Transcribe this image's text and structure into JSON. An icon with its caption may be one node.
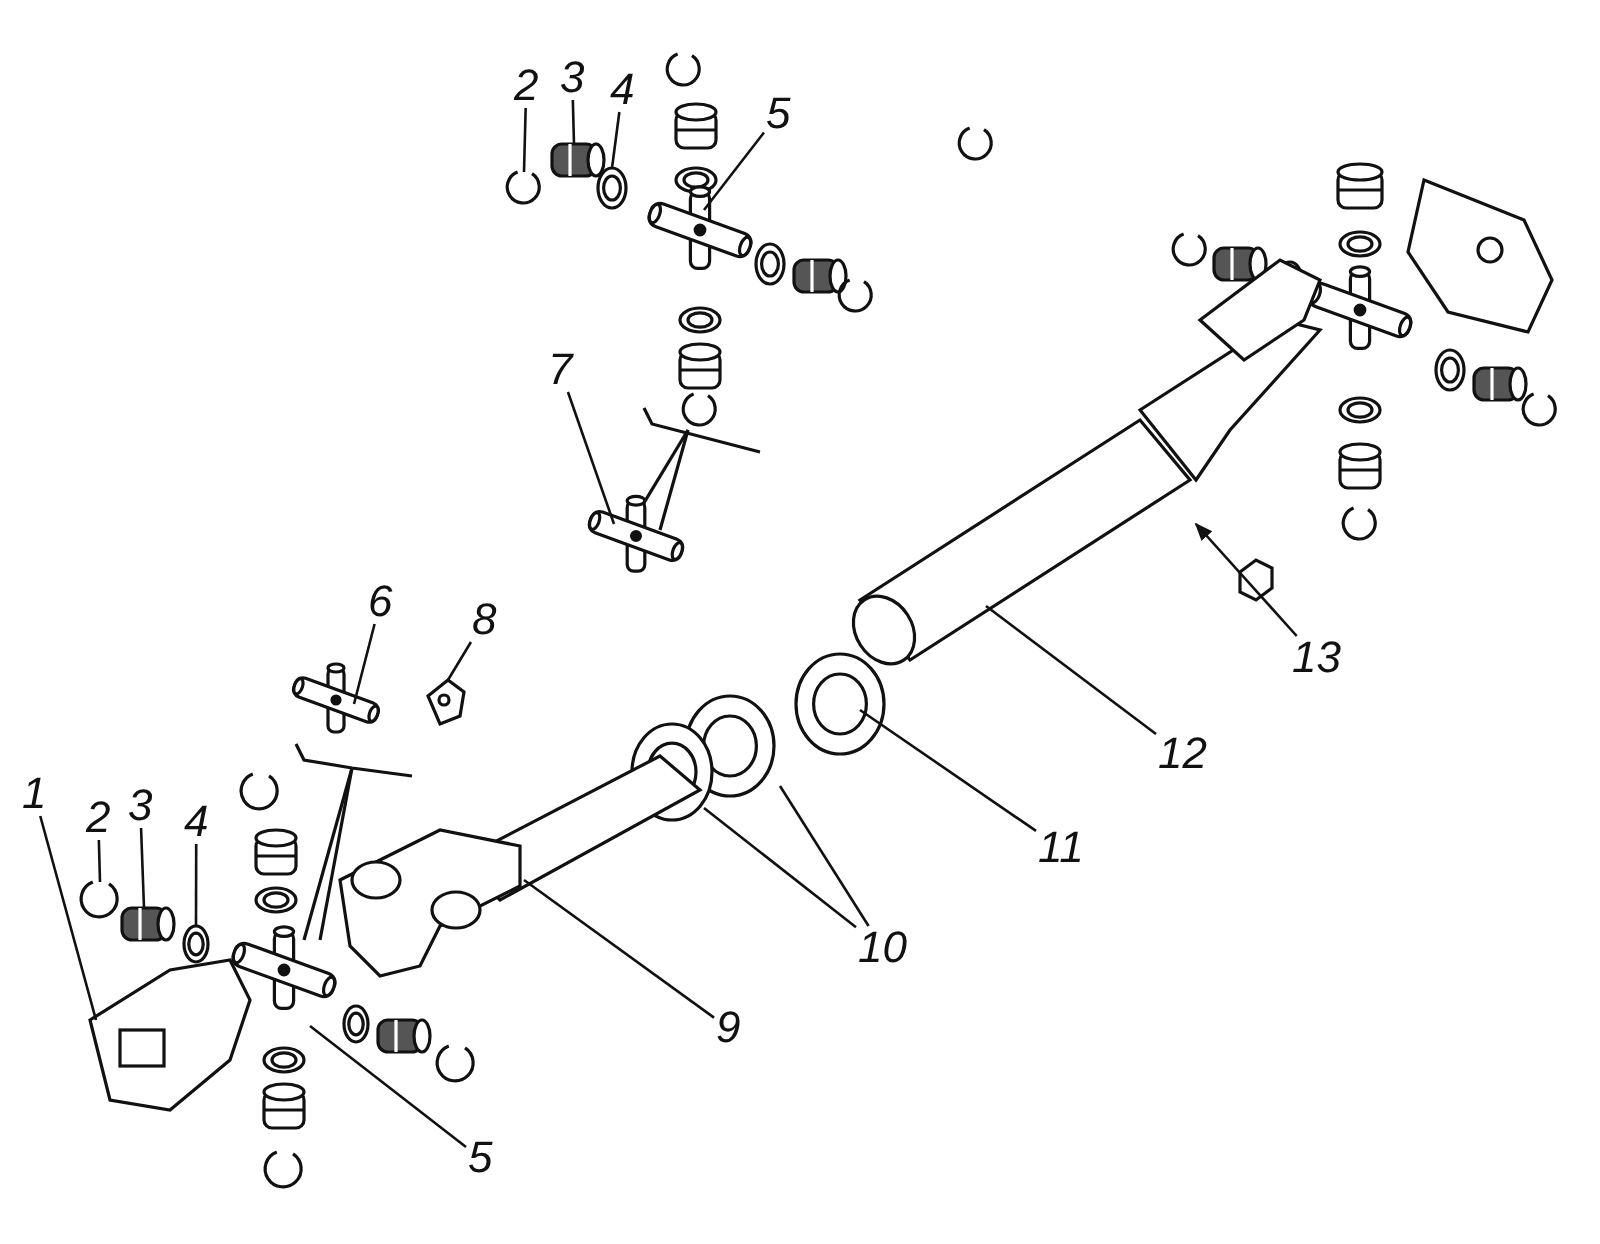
{
  "diagram": {
    "nodes": [
      {
        "text": [
          "2"
        ]
      },
      {
        "text": [
          "3"
        ]
      },
      {
        "text": [
          "4"
        ]
      },
      {
        "text": [
          "5"
        ]
      },
      {
        "text": [
          "7"
        ]
      },
      {
        "text": [
          "6"
        ]
      },
      {
        "text": [
          "8"
        ]
      },
      {
        "text": [
          "13"
        ]
      },
      {
        "text": [
          "12"
        ]
      },
      {
        "text": [
          "1"
        ]
      },
      {
        "text": [
          "2"
        ]
      },
      {
        "text": [
          "3"
        ]
      },
      {
        "text": [
          "4"
        ]
      },
      {
        "text": [
          "11"
        ]
      },
      {
        "text": [
          "10"
        ]
      },
      {
        "text": [
          "9"
        ]
      },
      {
        "text": [
          "5"
        ]
      },
      {
        "text": [],
        "shape": "picture"
      },
      {
        "text": [],
        "shape": "cylinder"
      },
      {
        "text": [],
        "shape": "circle"
      },
      {
        "text": [],
        "shape": "picture"
      },
      {
        "text": [],
        "shape": "picture"
      },
      {
        "text": [],
        "shape": "picture"
      },
      {
        "text": [],
        "shape": "picture"
      },
      {
        "text": [],
        "shape": "picture"
      },
      {
        "text": [],
        "shape": "picture"
      },
      {
        "text": [],
        "shape": "picture"
      },
      {
        "text": [],
        "shape": "cylinder"
      },
      {
        "text": [],
        "shape": "circle"
      },
      {
        "text": [],
        "shape": "circle"
      },
      {
        "text": [],
        "shape": "circle"
      },
      {
        "text": [],
        "shape": "circle"
      },
      {
        "text": [],
        "shape": "picture"
      },
      {
        "text": [],
        "shape": "picture"
      }
    ],
    "edges": [
      {
        "from": 0,
        "to": 17,
        "arrow": "none"
      },
      {
        "from": 1,
        "to": 18,
        "arrow": "none"
      },
      {
        "from": 2,
        "to": 19,
        "arrow": "none"
      },
      {
        "from": 3,
        "to": 20,
        "arrow": "none"
      },
      {
        "from": 4,
        "to": 21,
        "arrow": "none"
      },
      {
        "from": 5,
        "to": 22,
        "arrow": "none"
      },
      {
        "from": 6,
        "to": 23,
        "arrow": "none"
      },
      {
        "from": 7,
        "to": 24,
        "arrow": "to"
      },
      {
        "from": 8,
        "to": 24,
        "arrow": "none"
      },
      {
        "from": 9,
        "to": 25,
        "arrow": "none"
      },
      {
        "from": 10,
        "to": 26,
        "arrow": "none"
      },
      {
        "from": 11,
        "to": 27,
        "arrow": "none"
      },
      {
        "from": 12,
        "to": 28,
        "arrow": "none"
      },
      {
        "from": 13,
        "to": 29,
        "arrow": "none"
      },
      {
        "from": 14,
        "to": 30,
        "arrow": "none"
      },
      {
        "from": 14,
        "to": 31,
        "arrow": "none"
      },
      {
        "from": 15,
        "to": 32,
        "arrow": "none"
      },
      {
        "from": 16,
        "to": 33,
        "arrow": "none"
      }
    ]
  }
}
